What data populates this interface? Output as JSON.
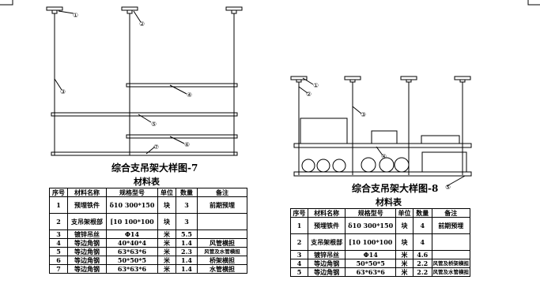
{
  "diagram1": {
    "title": "综合支吊架大样图-7",
    "subtitle": "材料表",
    "callouts": [
      "①",
      "②",
      "③",
      "④",
      "⑤",
      "⑥",
      "⑦"
    ]
  },
  "diagram2": {
    "title": "综合支吊架大样图-8",
    "subtitle": "材料表",
    "callouts": [
      "①",
      "②",
      "③",
      "④",
      "⑤"
    ]
  },
  "table1": {
    "headers": [
      "序号",
      "材料名称",
      "规格型号",
      "单位",
      "数量",
      "备注"
    ],
    "rows": [
      [
        "1",
        "预埋铁件",
        "δ10 300*150",
        "块",
        "3",
        "前期预埋"
      ],
      [
        "2",
        "支吊架根部",
        "[10 100*100",
        "块",
        "3",
        ""
      ],
      [
        "3",
        "镀锌吊丝",
        "Φ14",
        "米",
        "5.5",
        ""
      ],
      [
        "4",
        "等边角钢",
        "40*40*4",
        "米",
        "1.4",
        "风管横担"
      ],
      [
        "5",
        "等边角钢",
        "63*63*6",
        "米",
        "2.3",
        "风管及水管横担"
      ],
      [
        "6",
        "等边角钢",
        "50*50*5",
        "米",
        "1.4",
        "桥架横担"
      ],
      [
        "7",
        "等边角钢",
        "63*63*6",
        "米",
        "1.4",
        "水管横担"
      ]
    ]
  },
  "table2": {
    "headers": [
      "序号",
      "材料名称",
      "规格型号",
      "单位",
      "数量",
      "备注"
    ],
    "rows": [
      [
        "1",
        "预埋铁件",
        "δ10 300*150",
        "块",
        "4",
        "前期预埋"
      ],
      [
        "2",
        "支吊架根部",
        "[10 100*100",
        "块",
        "4",
        ""
      ],
      [
        "3",
        "镀锌吊丝",
        "Φ14",
        "米",
        "4.6",
        ""
      ],
      [
        "4",
        "等边角钢",
        "50*50*5",
        "米",
        "2.2",
        "风管及桥架横担"
      ],
      [
        "5",
        "等边角钢",
        "63*63*6",
        "米",
        "2.2",
        "风管及水管横担"
      ]
    ]
  }
}
